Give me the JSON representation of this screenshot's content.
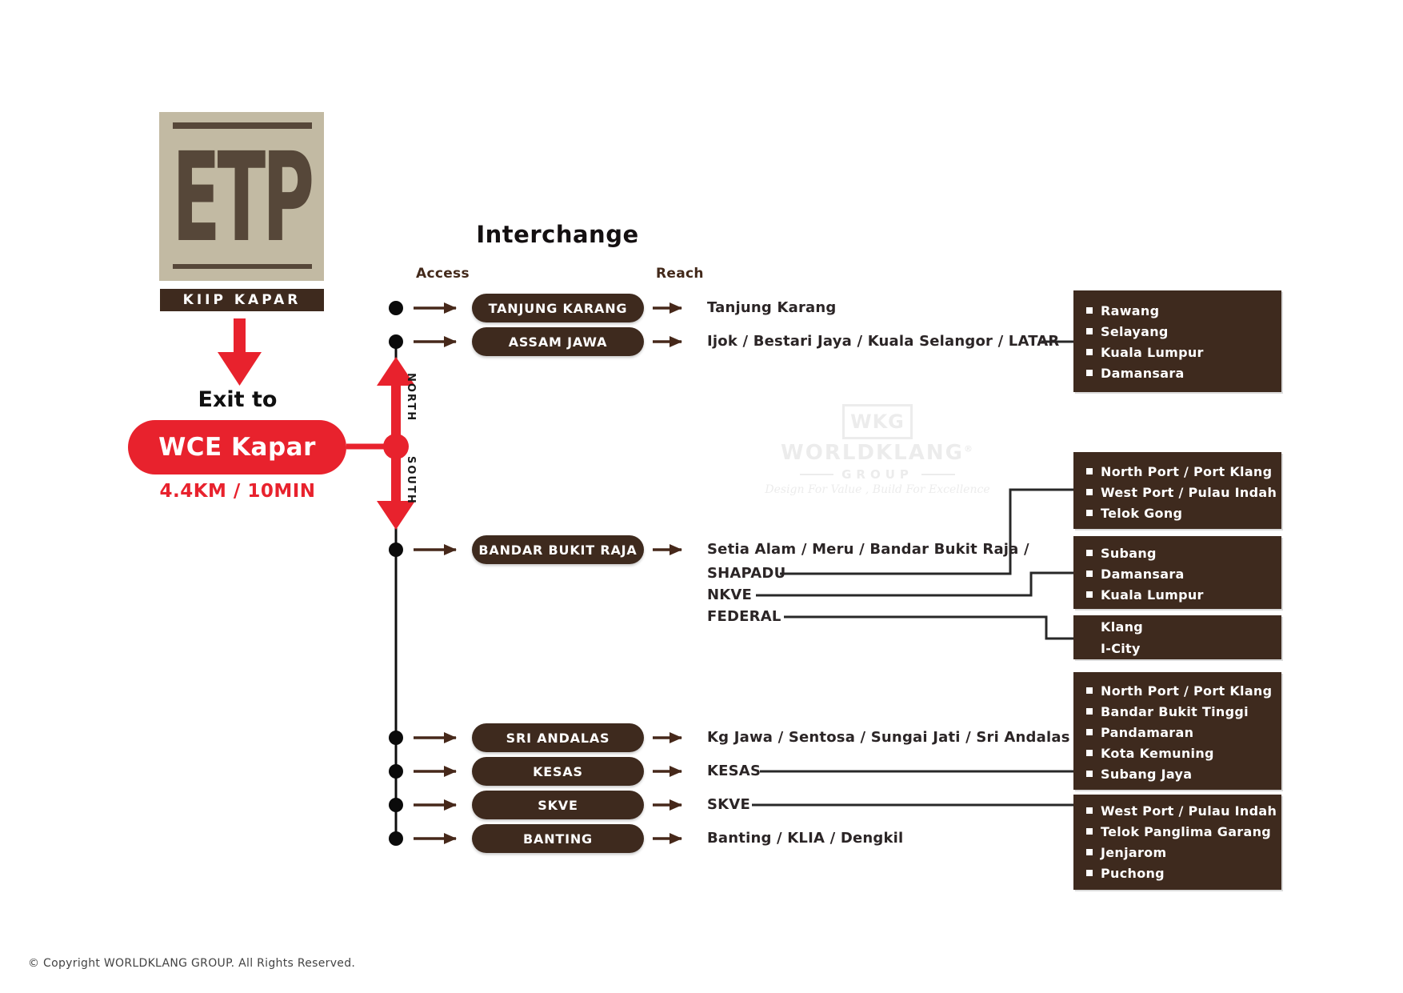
{
  "branding": {
    "logo_text": "ETP",
    "logo_label": "KIIP KAPAR",
    "exit_label": "Exit to",
    "exit_name": "WCE Kapar",
    "distance": "4.4KM / 10MIN"
  },
  "header": {
    "title": "Interchange",
    "access_label": "Access",
    "reach_label": "Reach"
  },
  "direction_labels": {
    "north": "NORTH",
    "south": "SOUTH"
  },
  "rows": [
    {
      "pill": "TANJUNG KARANG",
      "reach": "Tanjung Karang"
    },
    {
      "pill": "ASSAM JAWA",
      "reach": "Ijok / Bestari Jaya / Kuala Selangor / LATAR"
    },
    {
      "pill": "BANDAR BUKIT RAJA",
      "reach": "Setia Alam / Meru / Bandar Bukit Raja /",
      "extra": [
        "SHAPADU",
        "NKVE",
        "FEDERAL"
      ]
    },
    {
      "pill": "SRI ANDALAS",
      "reach": "Kg Jawa / Sentosa / Sungai Jati / Sri Andalas"
    },
    {
      "pill": "KESAS",
      "reach": "KESAS"
    },
    {
      "pill": "SKVE",
      "reach": "SKVE"
    },
    {
      "pill": "BANTING",
      "reach": "Banting / KLIA / Dengkil"
    }
  ],
  "boxes": [
    {
      "items": [
        "Rawang",
        "Selayang",
        "Kuala Lumpur",
        "Damansara"
      ],
      "bullets": true
    },
    {
      "items": [
        "North Port / Port Klang",
        "West Port / Pulau Indah",
        "Telok Gong"
      ],
      "bullets": true
    },
    {
      "items": [
        "Subang",
        "Damansara",
        "Kuala Lumpur"
      ],
      "bullets": true
    },
    {
      "items": [
        "Klang",
        "I-City"
      ],
      "bullets": false
    },
    {
      "items": [
        "North Port / Port Klang",
        "Bandar Bukit Tinggi",
        "Pandamaran",
        "Kota Kemuning",
        "Subang Jaya"
      ],
      "bullets": true
    },
    {
      "items": [
        "West Port / Pulau Indah",
        "Telok Panglima Garang",
        "Jenjarom",
        "Puchong"
      ],
      "bullets": true
    }
  ],
  "watermark": {
    "logo_acronym": "WKG",
    "name": "WORLDKLANG",
    "trademark": "®",
    "group": "GROUP",
    "tagline": "Design For Value , Build For Excellence"
  },
  "footer": {
    "copyright": "© Copyright WORLDKLANG GROUP. All Rights Reserved."
  },
  "colors": {
    "brown": "#3E2A1E",
    "arrow_brown": "#46281A",
    "red": "#E8222D",
    "beige": "#C2BAA3",
    "logo_brown": "#564739",
    "text_dark": "#2B2526",
    "watermark": "#ECECEC"
  }
}
